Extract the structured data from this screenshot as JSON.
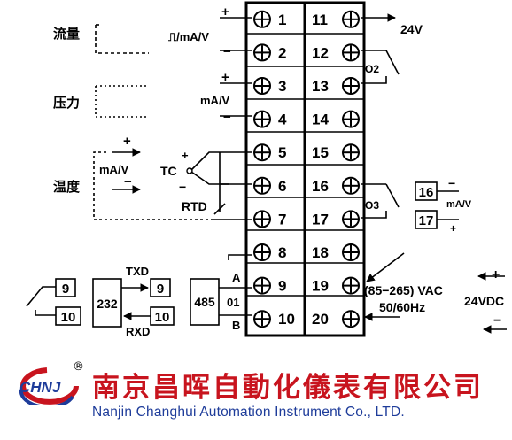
{
  "diagram": {
    "left_terminals": [
      "1",
      "2",
      "3",
      "4",
      "5",
      "6",
      "7",
      "8",
      "9",
      "10"
    ],
    "right_terminals": [
      "11",
      "12",
      "13",
      "14",
      "15",
      "16",
      "17",
      "18",
      "19",
      "20"
    ],
    "input_labels": {
      "flow": "流量",
      "pressure": "压力",
      "temperature": "温度",
      "pulse_ma_v": "⎍/mA/V",
      "ma_v": "mA/V",
      "temp_ma_v": "mA/V",
      "tc": "TC",
      "rtd": "RTD"
    },
    "signs": {
      "plus": "+",
      "minus": "−"
    },
    "relay_labels": {
      "o2": "O2",
      "o3": "O3"
    },
    "output_24v": "24V",
    "analog_out": {
      "t16": "16",
      "t17": "17",
      "unit": "mA/V"
    },
    "power": {
      "line1": "(85−265) VAC",
      "line2": "50/60Hz",
      "dc": "24VDC"
    },
    "comm": {
      "t9": "9",
      "t10": "10",
      "rs232": "232",
      "txd": "TXD",
      "rxd": "RXD",
      "rs485": "485",
      "a": "A",
      "b": "B",
      "o1": "01"
    }
  },
  "footer": {
    "logo_text": "CHNJ",
    "registered": "®",
    "company_cn": "南京昌晖自動化儀表有限公司",
    "company_en": "Nanjin Changhui Automation Instrument Co., LTD."
  },
  "colors": {
    "brand_red": "#c8141e",
    "brand_blue": "#1e3c9a"
  }
}
